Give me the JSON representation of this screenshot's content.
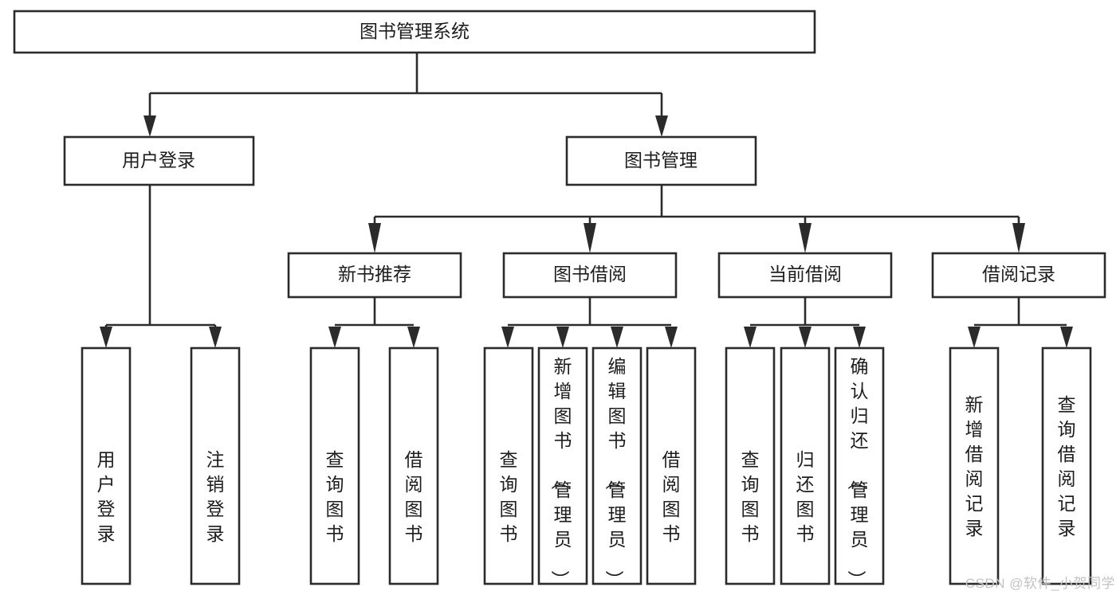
{
  "diagram": {
    "title": "图书管理系统",
    "type": "tree",
    "watermark": "CSDN @软件_小贺同学",
    "colors": {
      "box_stroke": "#2b2b2b",
      "box_fill": "#ffffff",
      "text": "#1d1d1d",
      "background": "#ffffff",
      "watermark": "#c2c2c2"
    },
    "nodes": {
      "root": {
        "label": "图书管理系统",
        "level": 0
      },
      "l1": [
        {
          "id": "user-login",
          "label": "用户登录"
        },
        {
          "id": "book-manage",
          "label": "图书管理"
        }
      ],
      "l2": [
        {
          "id": "new-book-rec",
          "label": "新书推荐",
          "parent": "book-manage"
        },
        {
          "id": "book-borrow",
          "label": "图书借阅",
          "parent": "book-manage"
        },
        {
          "id": "current-borrow",
          "label": "当前借阅",
          "parent": "book-manage"
        },
        {
          "id": "borrow-record",
          "label": "借阅记录",
          "parent": "book-manage"
        }
      ],
      "leaves": [
        {
          "id": "leaf-user-login",
          "label": "用户登录",
          "parent": "user-login"
        },
        {
          "id": "leaf-logout",
          "label": "注销登录",
          "parent": "user-login"
        },
        {
          "id": "leaf-query-book-1",
          "label": "查询图书",
          "parent": "new-book-rec"
        },
        {
          "id": "leaf-borrow-book-1",
          "label": "借阅图书",
          "parent": "new-book-rec"
        },
        {
          "id": "leaf-query-book-2",
          "label": "查询图书",
          "parent": "book-borrow"
        },
        {
          "id": "leaf-add-book",
          "label": "新增图书（管理员）",
          "parent": "book-borrow"
        },
        {
          "id": "leaf-edit-book",
          "label": "编辑图书（管理员）",
          "parent": "book-borrow"
        },
        {
          "id": "leaf-borrow-book-2",
          "label": "借阅图书",
          "parent": "book-borrow"
        },
        {
          "id": "leaf-query-book-3",
          "label": "查询图书",
          "parent": "current-borrow"
        },
        {
          "id": "leaf-return-book",
          "label": "归还图书",
          "parent": "current-borrow"
        },
        {
          "id": "leaf-confirm-return",
          "label": "确认归还（管理员）",
          "parent": "current-borrow"
        },
        {
          "id": "leaf-add-record",
          "label": "新增借阅记录",
          "parent": "borrow-record"
        },
        {
          "id": "leaf-query-record",
          "label": "查询借阅记录",
          "parent": "borrow-record"
        }
      ]
    }
  }
}
